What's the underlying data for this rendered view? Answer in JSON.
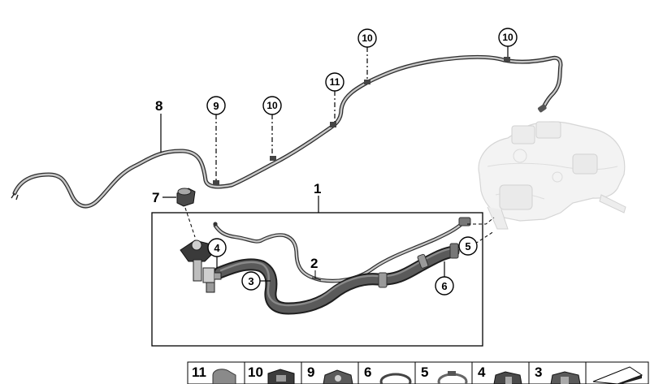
{
  "callouts": {
    "c1": "1",
    "c2": "2",
    "c3": "3",
    "c4": "4",
    "c5": "5",
    "c6": "6",
    "c7": "7",
    "c8": "8",
    "c9": "9",
    "c10a": "10",
    "c10b": "10",
    "c10c": "10",
    "c11": "11"
  },
  "legend": {
    "items": [
      {
        "number": "11"
      },
      {
        "number": "10"
      },
      {
        "number": "9"
      },
      {
        "number": "6"
      },
      {
        "number": "5"
      },
      {
        "number": "4"
      },
      {
        "number": "3"
      }
    ]
  },
  "colors": {
    "line": "#000000",
    "pipe_outline": "#3a3a3a",
    "pipe_fill": "#bdbdbd",
    "hose_fill": "#4a4a4a",
    "tank_fill": "#eeeeee",
    "tank_stroke": "#c4c4c4"
  }
}
